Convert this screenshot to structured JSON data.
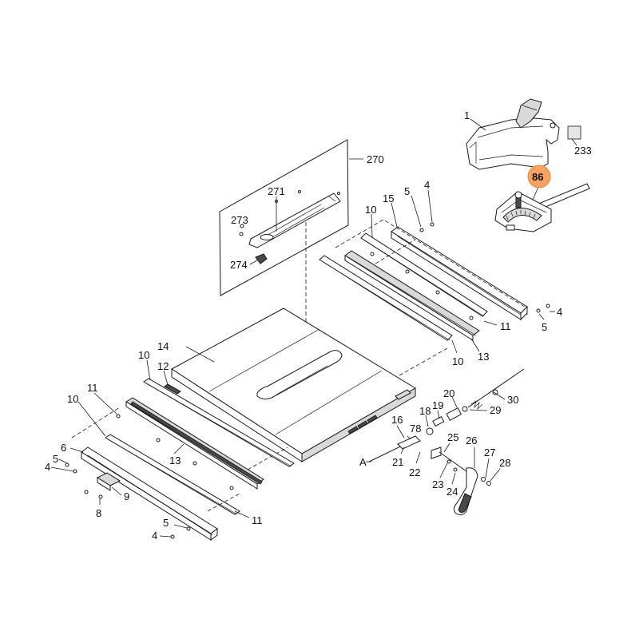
{
  "diagram": {
    "highlight_color": "#f5a262",
    "highlighted_part": "86",
    "callouts": {
      "c1": "1",
      "c233": "233",
      "c86": "86",
      "c270": "270",
      "c271": "271",
      "c273": "273",
      "c274": "274",
      "c5a": "5",
      "c4a": "4",
      "c10a": "10",
      "c15": "15",
      "c4b": "4",
      "c5b": "5",
      "c11a": "11",
      "c13a": "13",
      "c10b": "10",
      "c14": "14",
      "c10c": "10",
      "c12": "12",
      "c11b": "11",
      "c10d": "10",
      "c13b": "13",
      "c6": "6",
      "c5c": "5",
      "c4c": "4",
      "c9": "9",
      "c8": "8",
      "c11c": "11",
      "c5d": "5",
      "c4d": "4",
      "c20": "20",
      "c30": "30",
      "c18": "18",
      "c19": "19",
      "c29": "29",
      "c16": "16",
      "c78": "78",
      "c25": "25",
      "c26": "26",
      "cA": "A",
      "c21": "21",
      "c22": "22",
      "c27": "27",
      "c28": "28",
      "c23": "23",
      "c24": "24"
    }
  }
}
